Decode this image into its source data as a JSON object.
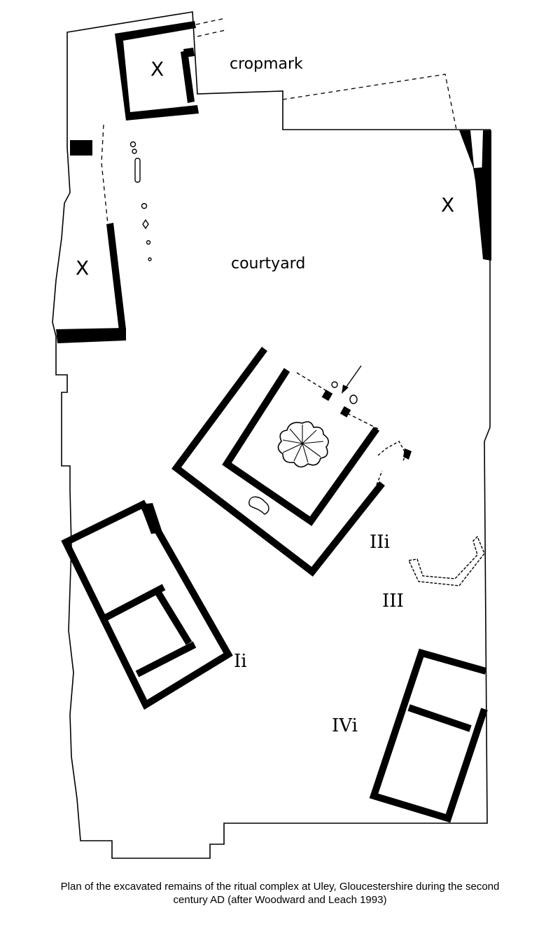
{
  "plan": {
    "labels": {
      "cropmark": "cropmark",
      "courtyard": "courtyard",
      "x_top": "X",
      "x_left": "X",
      "x_right": "X",
      "bldg_ii": "IIi",
      "bldg_iii": "III",
      "bldg_i": "Ii",
      "bldg_iv": "IVi"
    },
    "colors": {
      "wall": "#000000",
      "background": "#ffffff"
    }
  },
  "caption": {
    "line1": "Plan of the excavated remains of the ritual complex at Uley, Gloucestershire during the second",
    "line2": "century AD (after Woodward and Leach 1993)"
  }
}
